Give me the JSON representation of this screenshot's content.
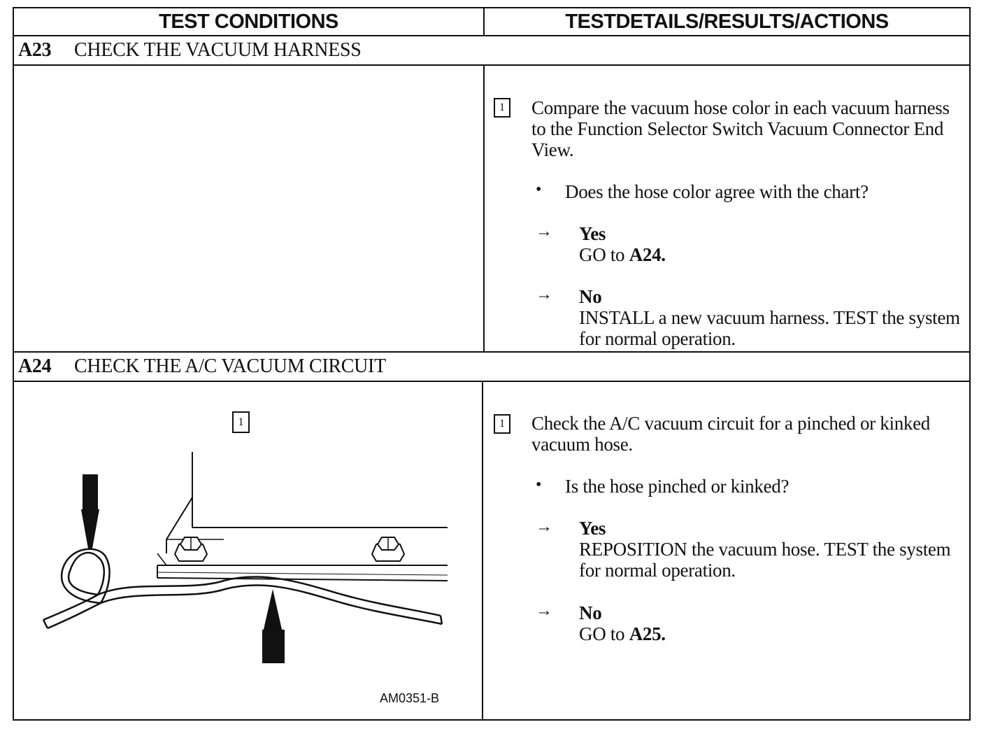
{
  "header": {
    "left": "TEST CONDITIONS",
    "right": "TESTDETAILS/RESULTS/ACTIONS"
  },
  "a23": {
    "code": "A23",
    "title": "CHECK THE VACUUM HARNESS",
    "step_number": "1",
    "instruction": "Compare the vacuum hose color in each vacuum harness to the Function Selector Switch Vacuum Connector End View.",
    "question": "Does the hose color agree with the chart?",
    "yes_label": "Yes",
    "yes_action_prefix": "GO to ",
    "yes_action_target": "A24.",
    "no_label": "No",
    "no_action": "INSTALL a new vacuum harness. TEST the system for normal operation."
  },
  "a24": {
    "code": "A24",
    "title": "CHECK THE A/C VACUUM CIRCUIT",
    "figure_step_number": "1",
    "figure_caption": "AM0351-B",
    "step_number": "1",
    "instruction": "Check the A/C vacuum circuit for a pinched or kinked vacuum hose.",
    "question": "Is the hose pinched or kinked?",
    "yes_label": "Yes",
    "yes_action": "REPOSITION the vacuum hose. TEST the system for normal operation.",
    "no_label": "No",
    "no_action_prefix": "GO to ",
    "no_action_target": "A25."
  },
  "symbols": {
    "bullet": "•",
    "arrow": "→"
  }
}
